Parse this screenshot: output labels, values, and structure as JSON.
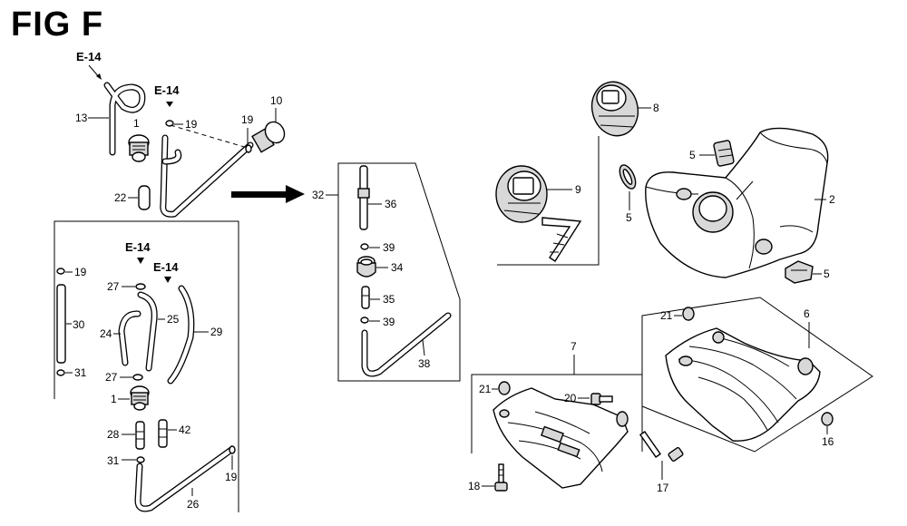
{
  "title": "FIG F",
  "refs": {
    "e14": "E-14"
  },
  "labels": {
    "p1a": "1",
    "p1b": "1",
    "p2": "2",
    "p5a": "5",
    "p5b": "5",
    "p5c": "5",
    "p6": "6",
    "p7": "7",
    "p8": "8",
    "p9": "9",
    "p10": "10",
    "p13": "13",
    "p16": "16",
    "p17": "17",
    "p18": "18",
    "p19a": "19",
    "p19b": "19",
    "p19c": "19",
    "p19d": "19",
    "p20": "20",
    "p21a": "21",
    "p21b": "21",
    "p22": "22",
    "p24": "24",
    "p25": "25",
    "p26": "26",
    "p27a": "27",
    "p27b": "27",
    "p28": "28",
    "p29": "29",
    "p30": "30",
    "p31a": "31",
    "p31b": "31",
    "p32": "32",
    "p34": "34",
    "p35": "35",
    "p36": "36",
    "p38": "38",
    "p39a": "39",
    "p39b": "39",
    "p42": "42"
  }
}
